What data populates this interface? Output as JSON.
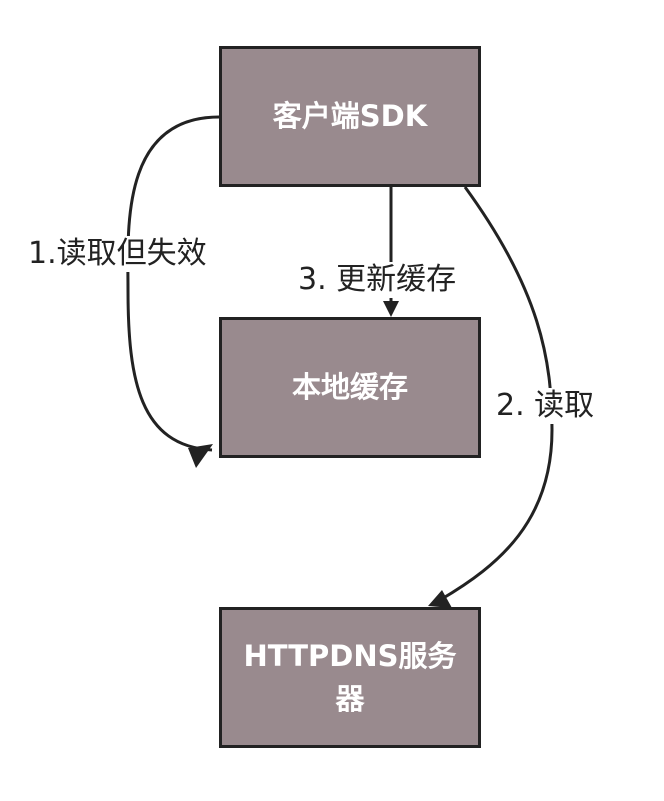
{
  "nodes": {
    "client": "客户端SDK",
    "local_cache": "本地缓存",
    "server": "HTTPDNS服务器"
  },
  "edges": {
    "read_but_expired": "1.读取但失效",
    "read": "2. 读取",
    "update_cache": "3. 更新缓存"
  },
  "colors": {
    "box_fill": "#998a8e",
    "box_border": "#222222",
    "box_text": "#ffffff",
    "line": "#222222",
    "label_text": "#222222"
  }
}
